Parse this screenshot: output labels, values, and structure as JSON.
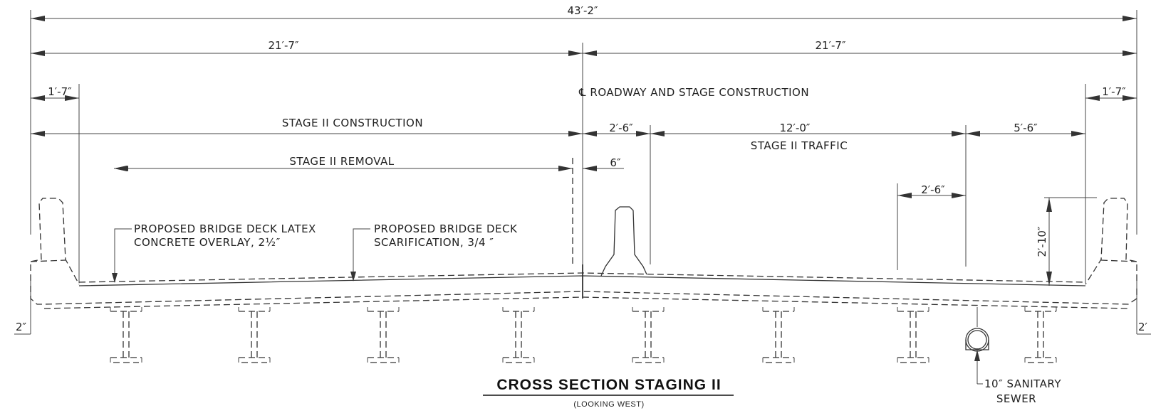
{
  "dimensions": {
    "overall": "43′-2″",
    "left_half": "21′-7″",
    "right_half": "21′-7″",
    "left_parapet": "1′-7″",
    "right_parapet": "1′-7″",
    "barrier_width": "2′-6″",
    "traffic_lane": "12′-0″",
    "shoulder": "5′-6″",
    "offset": "6″",
    "clear_zone": "2′-6″",
    "parapet_height": "2′-10″",
    "left_edge": "2″",
    "right_edge": "2′"
  },
  "labels": {
    "centerline": "℄ ROADWAY AND STAGE CONSTRUCTION",
    "stage_construction": "STAGE II CONSTRUCTION",
    "stage_removal": "STAGE II REMOVAL",
    "stage_traffic": "STAGE II TRAFFIC",
    "overlay_line1": "PROPOSED BRIDGE DECK LATEX",
    "overlay_line2": "CONCRETE OVERLAY, 2½″",
    "scarification_line1": "PROPOSED BRIDGE DECK",
    "scarification_line2": "SCARIFICATION,  3/4 ″",
    "sewer_line1": "10″ SANITARY",
    "sewer_line2": "SEWER"
  },
  "title": {
    "main": "CROSS SECTION STAGING II",
    "sub": "(LOOKING WEST)"
  }
}
